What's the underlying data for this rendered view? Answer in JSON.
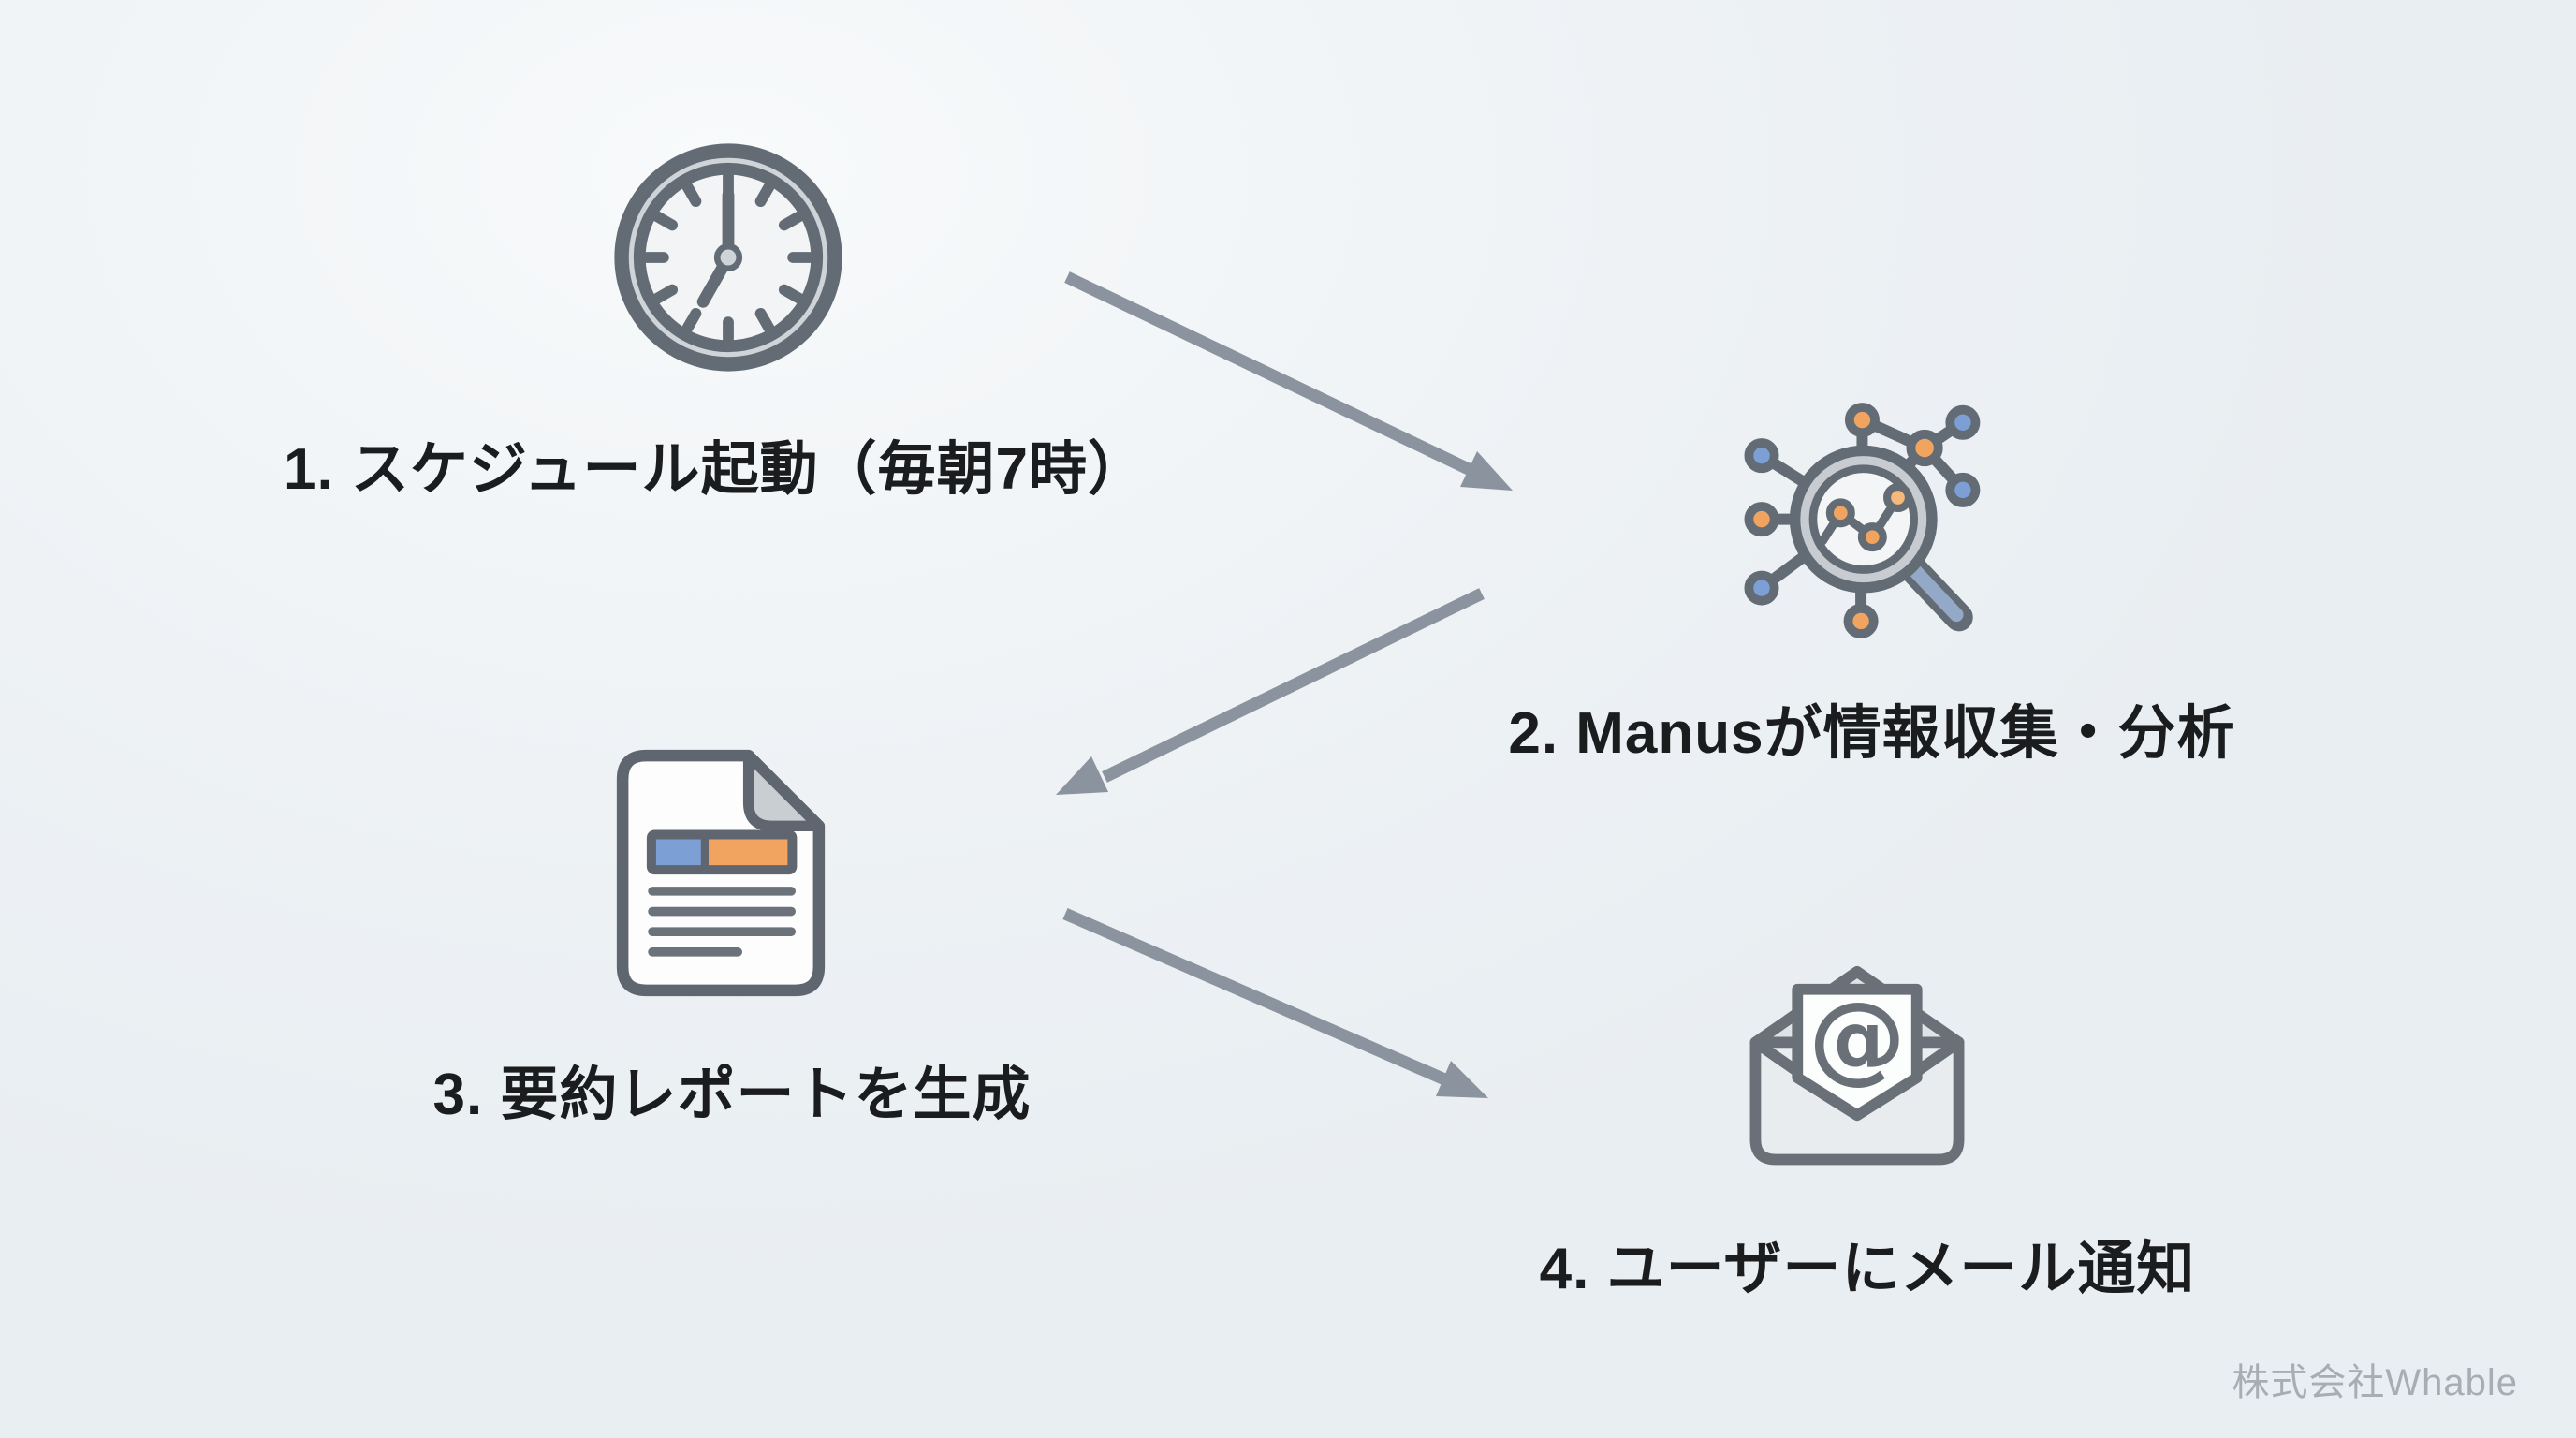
{
  "diagram": {
    "type": "workflow-flow-diagram",
    "steps": [
      {
        "order": "1",
        "label": "1. スケジュール起動（毎朝7時）",
        "icon": "clock-icon",
        "icon_meaning": "scheduled trigger at 7:00"
      },
      {
        "order": "2",
        "label": "2. Manusが情報収集・分析",
        "icon": "analytics-magnifier-icon",
        "icon_meaning": "data collection and analysis"
      },
      {
        "order": "3",
        "label": "3. 要約レポートを生成",
        "icon": "report-document-icon",
        "icon_meaning": "summary report generation"
      },
      {
        "order": "4",
        "label": "4. ユーザーにメール通知",
        "icon": "open-email-icon",
        "icon_meaning": "email notification to user"
      }
    ],
    "connections": [
      {
        "from": "1",
        "to": "2"
      },
      {
        "from": "2",
        "to": "3"
      },
      {
        "from": "3",
        "to": "4"
      }
    ],
    "clock_time_shown": "7:00",
    "email_at_symbol": "@",
    "watermark": "株式会社Whable",
    "colors": {
      "background": "#EDF1F5",
      "outline_gray": "#5F6670",
      "light_ring_gray": "#C8CDD3",
      "accent_orange": "#F0A45F",
      "accent_orange_light": "#F6B87B",
      "accent_blue": "#7CA0D6",
      "handle_blue_gray": "#93A9C7",
      "arrow_gray": "#8A939E",
      "label_text": "#1B1C1E",
      "watermark_gray": "#A7ADB3"
    }
  }
}
